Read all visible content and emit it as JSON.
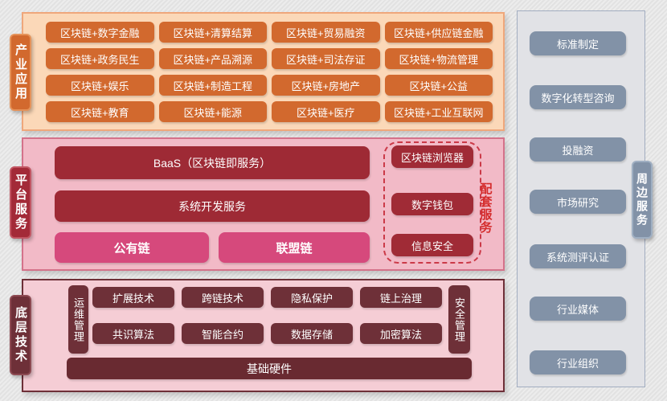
{
  "bands": {
    "industry": {
      "label": "产业应用",
      "rows": [
        [
          "区块链+数字金融",
          "区块链+清算结算",
          "区块链+贸易融资",
          "区块链+供应链金融"
        ],
        [
          "区块链+政务民生",
          "区块链+产品溯源",
          "区块链+司法存证",
          "区块链+物流管理"
        ],
        [
          "区块链+娱乐",
          "区块链+制造工程",
          "区块链+房地产",
          "区块链+公益"
        ],
        [
          "区块链+教育",
          "区块链+能源",
          "区块链+医疗",
          "区块链+工业互联网"
        ]
      ]
    },
    "platform": {
      "label": "平台服务",
      "baas": "BaaS（区块链即服务）",
      "sysdev": "系统开发服务",
      "public_chain": "公有链",
      "consortium_chain": "联盟链",
      "support": {
        "label": "配套服务",
        "items": [
          "区块链浏览器",
          "数字钱包",
          "信息安全"
        ]
      }
    },
    "tech": {
      "label": "底层技术",
      "ops": "运维管理",
      "security": "安全管理",
      "rows": [
        [
          "扩展技术",
          "跨链技术",
          "隐私保护",
          "链上治理"
        ],
        [
          "共识算法",
          "智能合约",
          "数据存储",
          "加密算法"
        ]
      ],
      "base": "基础硬件"
    },
    "peripheral": {
      "label": "周边服务",
      "items": [
        "标准制定",
        "数字化转型咨询",
        "投融资",
        "市场研究",
        "系统测评认证",
        "行业媒体",
        "行业组织"
      ]
    }
  },
  "colors": {
    "industry_button": "#d2692e",
    "industry_band_bg": "#fbd8b8",
    "platform_dark_button": "#9e2a35",
    "platform_pink_button": "#d6497c",
    "platform_band_bg": "#f2bac7",
    "support_accent": "#d42b2b",
    "tech_button": "#6e3038",
    "tech_band_bg": "#f5cdd5",
    "peripheral_button": "#8292a7",
    "peripheral_panel_bg": "#e1e2e6"
  }
}
